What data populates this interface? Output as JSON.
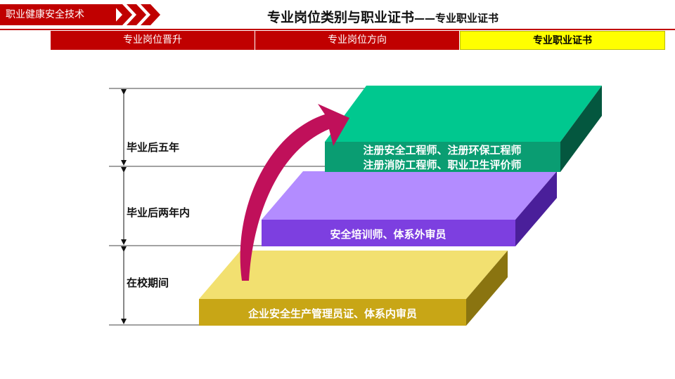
{
  "header": {
    "brand": "职业健康安全技术",
    "title_main": "专业岗位类别与职业证书",
    "title_sub": "——专业职业证书"
  },
  "tabs": [
    {
      "label": "专业岗位晋升",
      "active": false
    },
    {
      "label": "专业岗位方向",
      "active": false
    },
    {
      "label": "专业职业证书",
      "active": true
    }
  ],
  "stages": [
    "毕业后五年",
    "毕业后两年内",
    "在校期间"
  ],
  "steps": {
    "top": {
      "line1": "注册安全工程师、注册环保工程师",
      "line2": "注册消防工程师、职业卫生评价师",
      "color": "#00c08a"
    },
    "middle": {
      "label": "安全培训师、体系外审员",
      "color": "#9b6bff"
    },
    "bottom": {
      "label": "企业安全生产管理员证、体系内审员",
      "color": "#e8d040"
    }
  },
  "colors": {
    "brand_red": "#c00000",
    "active_tab": "#ffff00",
    "arrow": "#c0105a"
  }
}
